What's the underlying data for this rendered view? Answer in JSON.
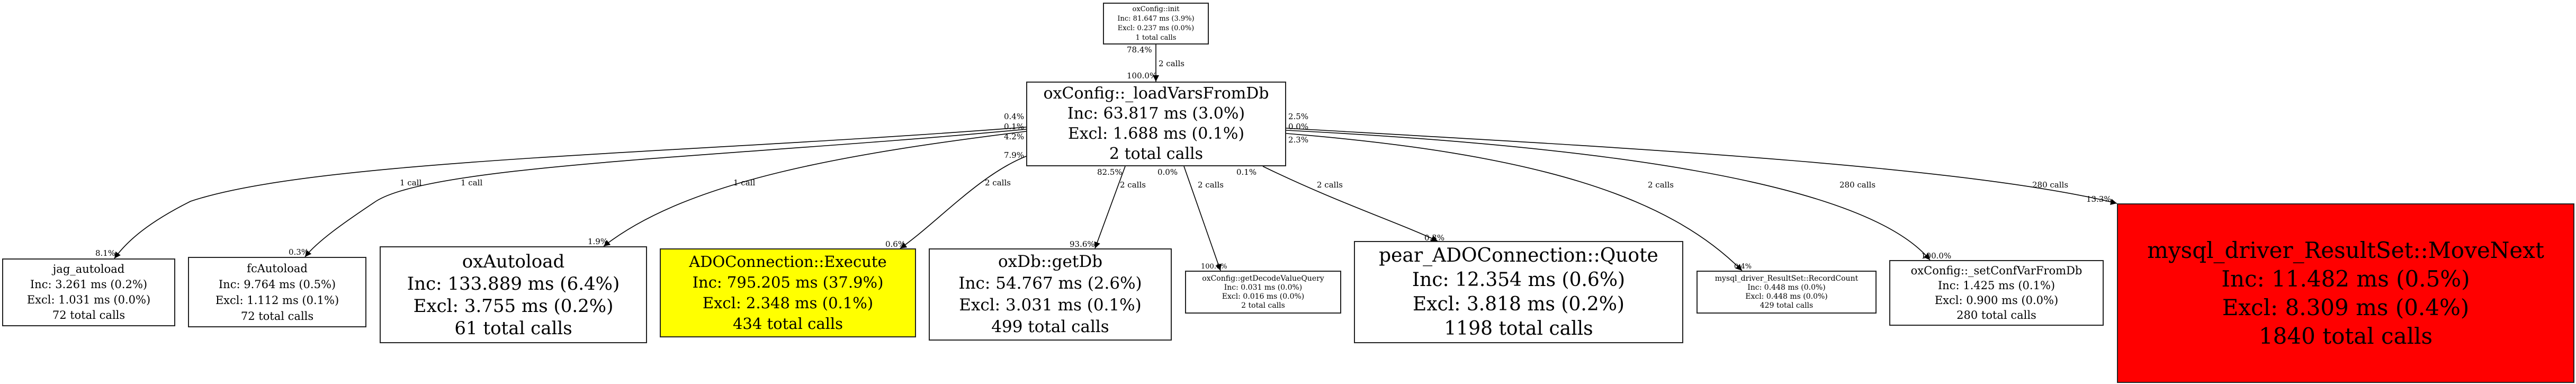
{
  "colors": {
    "hot": "#ff0000",
    "warm": "#ffff00",
    "normal": "#ffffff",
    "edge": "#000000"
  },
  "nodes": {
    "init": {
      "name": "oxConfig::init",
      "inc": "Inc: 81.647 ms (3.9%)",
      "excl": "Excl: 0.237 ms (0.0%)",
      "calls": "1 total calls"
    },
    "load": {
      "name": "oxConfig::_loadVarsFromDb",
      "inc": "Inc: 63.817 ms (3.0%)",
      "excl": "Excl: 1.688 ms (0.1%)",
      "calls": "2 total calls"
    },
    "jag": {
      "name": "jag_autoload",
      "inc": "Inc: 3.261 ms (0.2%)",
      "excl": "Excl: 1.031 ms (0.0%)",
      "calls": "72 total calls"
    },
    "fc": {
      "name": "fcAutoload",
      "inc": "Inc: 9.764 ms (0.5%)",
      "excl": "Excl: 1.112 ms (0.1%)",
      "calls": "72 total calls"
    },
    "oxautoload": {
      "name": "oxAutoload",
      "inc": "Inc: 133.889 ms (6.4%)",
      "excl": "Excl: 3.755 ms (0.2%)",
      "calls": "61 total calls"
    },
    "ado": {
      "name": "ADOConnection::Execute",
      "inc": "Inc: 795.205 ms (37.9%)",
      "excl": "Excl: 2.348 ms (0.1%)",
      "calls": "434 total calls"
    },
    "getdb": {
      "name": "oxDb::getDb",
      "inc": "Inc: 54.767 ms (2.6%)",
      "excl": "Excl: 3.031 ms (0.1%)",
      "calls": "499 total calls"
    },
    "decode": {
      "name": "oxConfig::getDecodeValueQuery",
      "inc": "Inc: 0.031 ms (0.0%)",
      "excl": "Excl: 0.016 ms (0.0%)",
      "calls": "2 total calls"
    },
    "pear": {
      "name": "pear_ADOConnection::Quote",
      "inc": "Inc: 12.354 ms (0.6%)",
      "excl": "Excl: 3.818 ms (0.2%)",
      "calls": "1198 total calls"
    },
    "reccount": {
      "name": "mysql_driver_ResultSet::RecordCount",
      "inc": "Inc: 0.448 ms (0.0%)",
      "excl": "Excl: 0.448 ms (0.0%)",
      "calls": "429 total calls"
    },
    "setconf": {
      "name": "oxConfig::_setConfVarFromDb",
      "inc": "Inc: 1.425 ms (0.1%)",
      "excl": "Excl: 0.900 ms (0.0%)",
      "calls": "280 total calls"
    },
    "movenext": {
      "name": "mysql_driver_ResultSet::MoveNext",
      "inc": "Inc: 11.482 ms (0.5%)",
      "excl": "Excl: 8.309 ms (0.4%)",
      "calls": "1840 total calls"
    }
  },
  "edges": {
    "init_load": {
      "calls": "2 calls",
      "from_pct": "78.4%",
      "to_pct": "100.0%"
    },
    "load_jag": {
      "calls": "1 call",
      "from_pct": "0.4%",
      "to_pct": "8.1%"
    },
    "load_fc": {
      "calls": "1 call",
      "from_pct": "0.1%",
      "to_pct": "0.3%"
    },
    "load_oxautoload": {
      "calls": "1 call",
      "from_pct": "4.2%",
      "to_pct": "1.9%"
    },
    "load_ado": {
      "calls": "2 calls",
      "from_pct": "7.9%",
      "to_pct": "0.6%"
    },
    "load_getdb": {
      "calls": "2 calls",
      "from_pct": "82.5%",
      "to_pct": "93.6%"
    },
    "load_decode": {
      "calls": "2 calls",
      "from_pct": "0.0%",
      "to_pct": "100.0%"
    },
    "load_pear": {
      "calls": "2 calls",
      "from_pct": "0.1%",
      "to_pct": "0.3%"
    },
    "load_reccount": {
      "calls": "2 calls",
      "from_pct": "0.0%",
      "to_pct": "0.4%"
    },
    "load_setconf": {
      "calls": "280 calls",
      "from_pct": "2.3%",
      "to_pct": "100.0%"
    },
    "load_movenext": {
      "calls": "280 calls",
      "from_pct": "2.5%",
      "to_pct": "13.3%"
    }
  }
}
